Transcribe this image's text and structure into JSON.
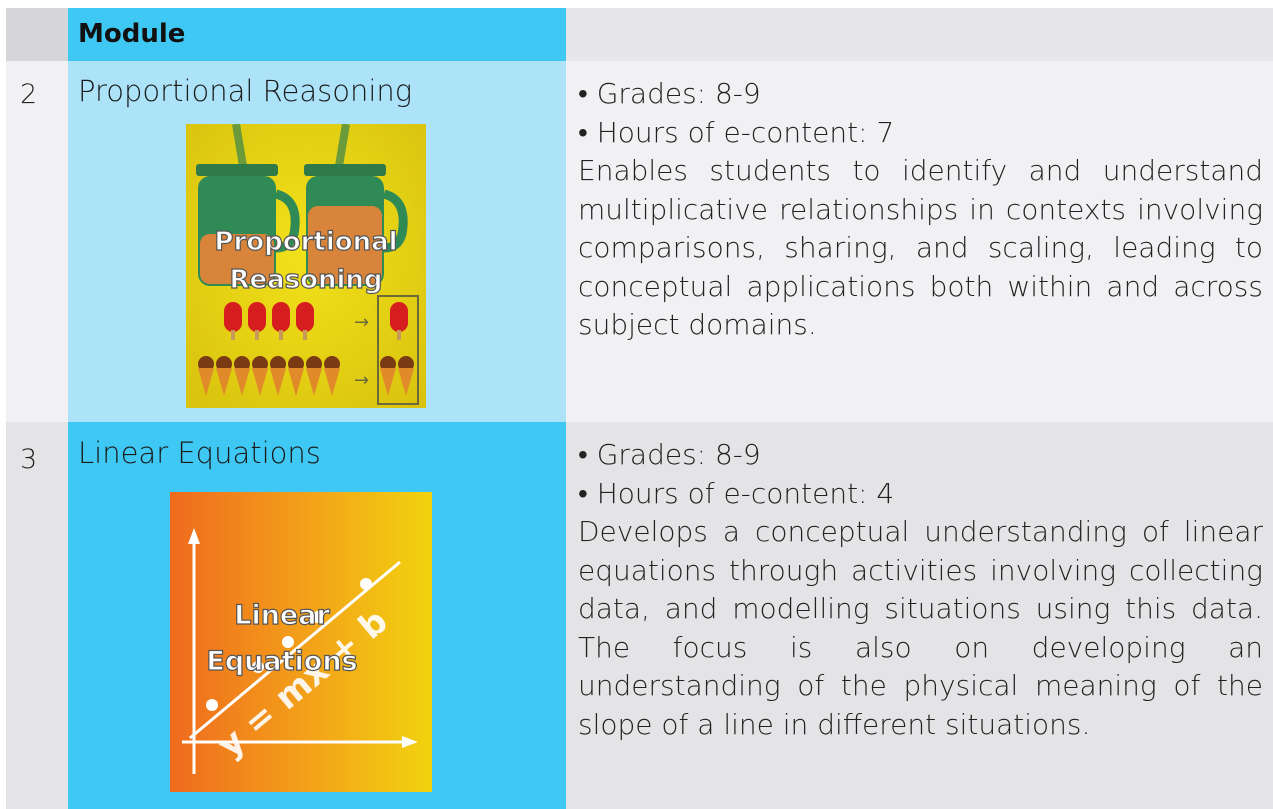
{
  "table": {
    "header": {
      "module_label": "Module"
    },
    "rows": [
      {
        "number": "2",
        "title": "Proportional Reasoning",
        "image_label_line1": "Proportional",
        "image_label_line2": "Reasoning",
        "grades": "• Grades: 8-9",
        "hours": "• Hours of e-content: 7",
        "description": "Enables students to identify and understand multiplicative relationships in contexts involving comparisons, sharing, and scaling, leading to conceptual applications both within and across subject domains."
      },
      {
        "number": "3",
        "title": "Linear Equations",
        "image_label_line1": "Linear",
        "image_label_line2": "Equations",
        "grades": "• Grades: 8-9",
        "hours": "• Hours of e-content: 4",
        "description": "Develops a conceptual understanding of linear equations through activities involving collecting data, and modelling situations using this data. The focus is also on developing an understanding of the physical meaning of the slope of a line in different situations.",
        "image_formula": "y = mx + b"
      }
    ]
  }
}
